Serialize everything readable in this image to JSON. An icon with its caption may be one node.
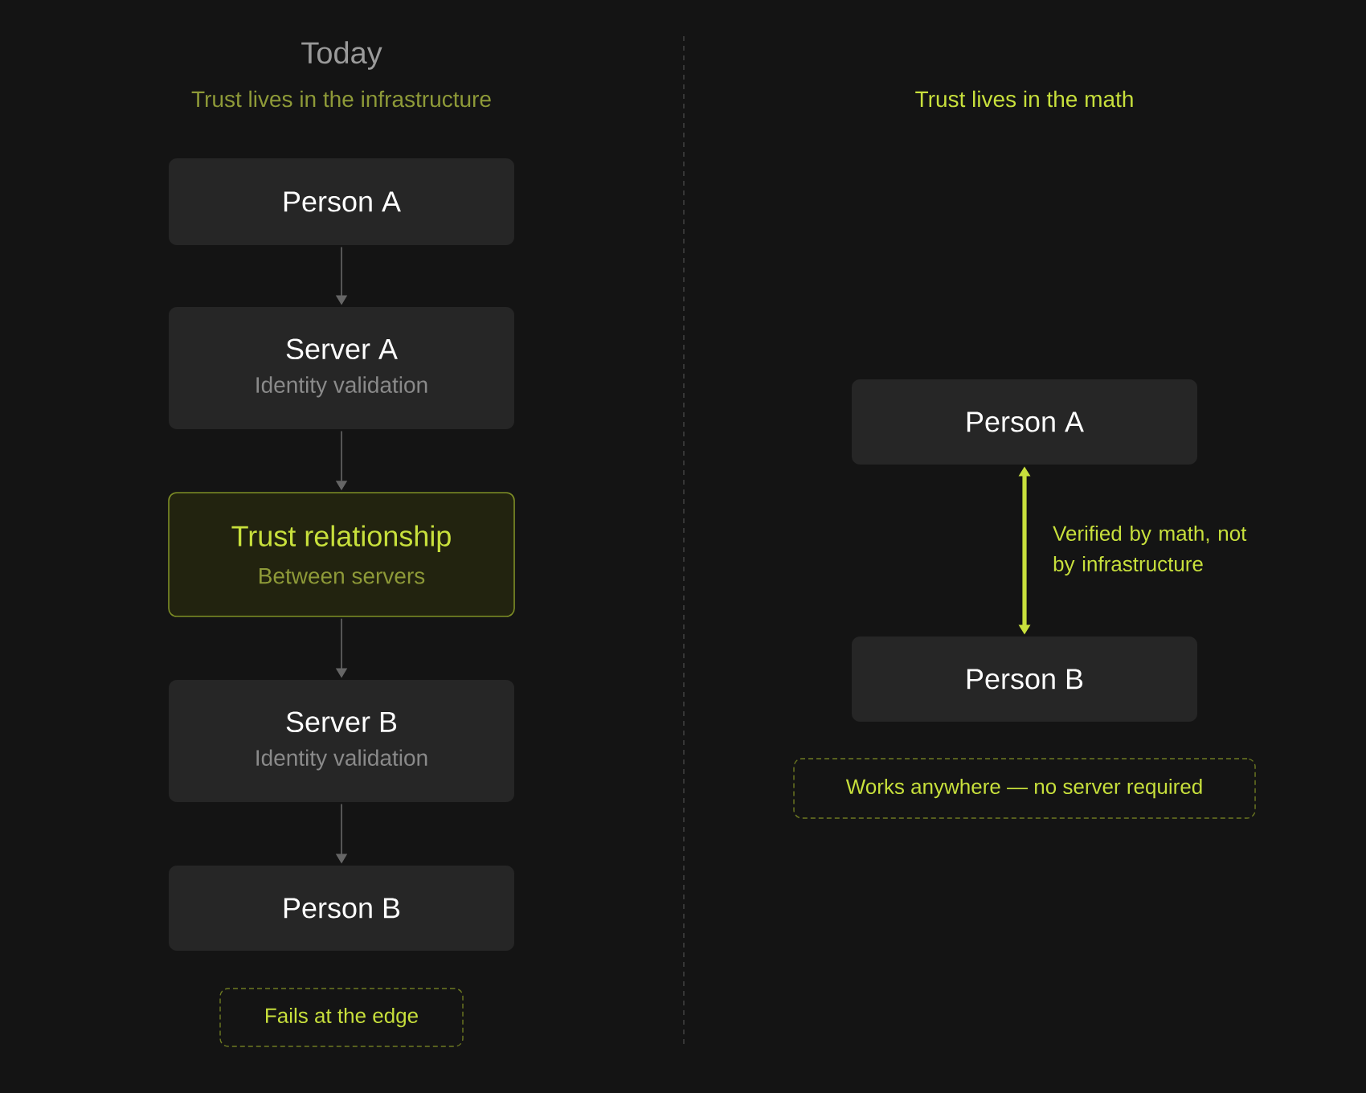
{
  "diagram": {
    "nodes": [
      {
        "text": [
          "Person A"
        ]
      },
      {
        "text": [
          "Server A",
          "Identity validation"
        ]
      },
      {
        "text": [
          "Trust relationship",
          "Between servers"
        ]
      },
      {
        "text": [
          "Server B",
          "Identity validation"
        ]
      },
      {
        "text": [
          "Person B"
        ]
      },
      {
        "text": [
          "Fails at the edge"
        ]
      },
      {
        "text": [
          "Person A"
        ]
      },
      {
        "text": [
          "Person B"
        ]
      },
      {
        "text": [
          "Works anywhere — no server required"
        ]
      }
    ],
    "edges": [
      {
        "from": 0,
        "to": 1,
        "arrow": "to"
      },
      {
        "from": 1,
        "to": 2,
        "arrow": "to"
      },
      {
        "from": 2,
        "to": 3,
        "arrow": "to"
      },
      {
        "from": 3,
        "to": 4,
        "arrow": "to"
      },
      {
        "from": 6,
        "to": 7,
        "arrow": "both",
        "label": "Verified by math, not by infrastructure",
        "style": "thick",
        "color": "#c8e03c"
      }
    ],
    "labels": [
      "Today",
      "Trust lives in the infrastructure",
      "Trust lives in the math"
    ]
  }
}
